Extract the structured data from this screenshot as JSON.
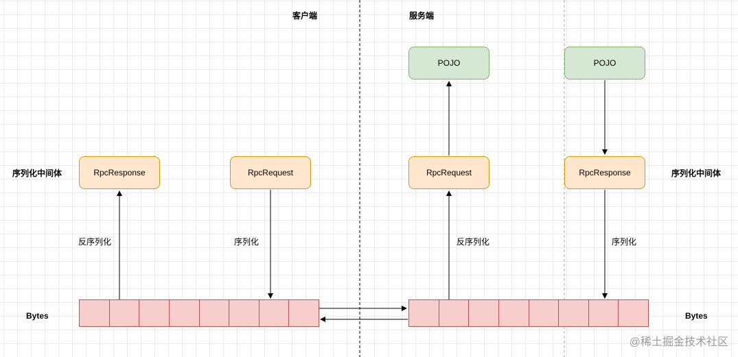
{
  "header": {
    "client": "客户端",
    "server": "服务端"
  },
  "row_labels": {
    "intermediate_left": "序列化中间体",
    "intermediate_right": "序列化中间体",
    "bytes_left": "Bytes",
    "bytes_right": "Bytes"
  },
  "client": {
    "rpc_response": "RpcResponse",
    "rpc_request": "RpcRequest",
    "deserialize_label": "反序列化",
    "serialize_label": "序列化"
  },
  "server": {
    "pojo_left": "POJO",
    "pojo_right": "POJO",
    "rpc_request": "RpcRequest",
    "rpc_response": "RpcResponse",
    "deserialize_label": "反序列化",
    "serialize_label": "序列化"
  },
  "bytes_cells": 8,
  "colors": {
    "orange_fill": "#ffe6cc",
    "orange_stroke": "#d79b00",
    "green_fill": "#d5e8d4",
    "green_stroke": "#82b366",
    "bytes_fill": "#f8cecc",
    "bytes_stroke": "#b85450"
  },
  "watermark": "@稀土掘金技术社区"
}
